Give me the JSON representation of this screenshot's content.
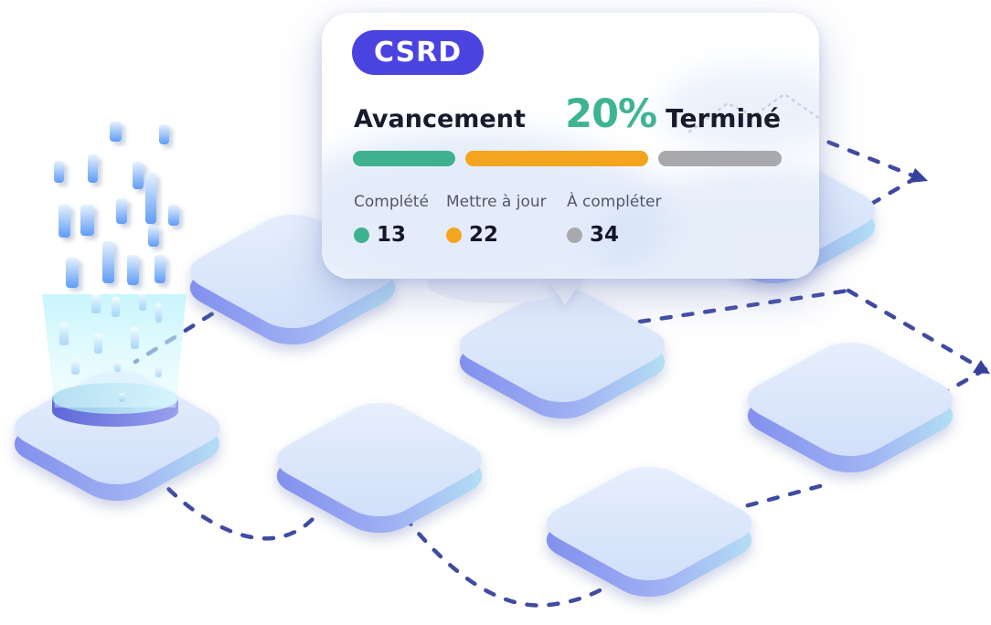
{
  "card": {
    "badge_label": "CSRD",
    "title": "Avancement",
    "percent_value": "20%",
    "percent_label": "Terminé",
    "progress_segments": [
      {
        "name": "complete",
        "color": "#3EB28E",
        "count": 13
      },
      {
        "name": "to-update",
        "color": "#F4A41D",
        "count": 22
      },
      {
        "name": "to-complete",
        "color": "#A9A9AD",
        "count": 34
      }
    ],
    "legend": [
      {
        "label": "Complété",
        "value": "13",
        "color": "#3EB28E"
      },
      {
        "label": "Mettre à jour",
        "value": "22",
        "color": "#F4A41D"
      },
      {
        "label": "À compléter",
        "value": "34",
        "color": "#A9A9AD"
      }
    ]
  },
  "colors": {
    "badge_bg": "#4B43E0",
    "percent_accent": "#3FB492",
    "text_dark": "#1A1A2E",
    "text_gray": "#56566A",
    "flow_line": "#36419B",
    "tile_top": "#D9E5FB",
    "tile_side_left": "#7E8CEC",
    "tile_side_right": "#B6E6F4",
    "water_blue": "#5F9CF6",
    "beam_cyan": "#ADF0FA"
  }
}
